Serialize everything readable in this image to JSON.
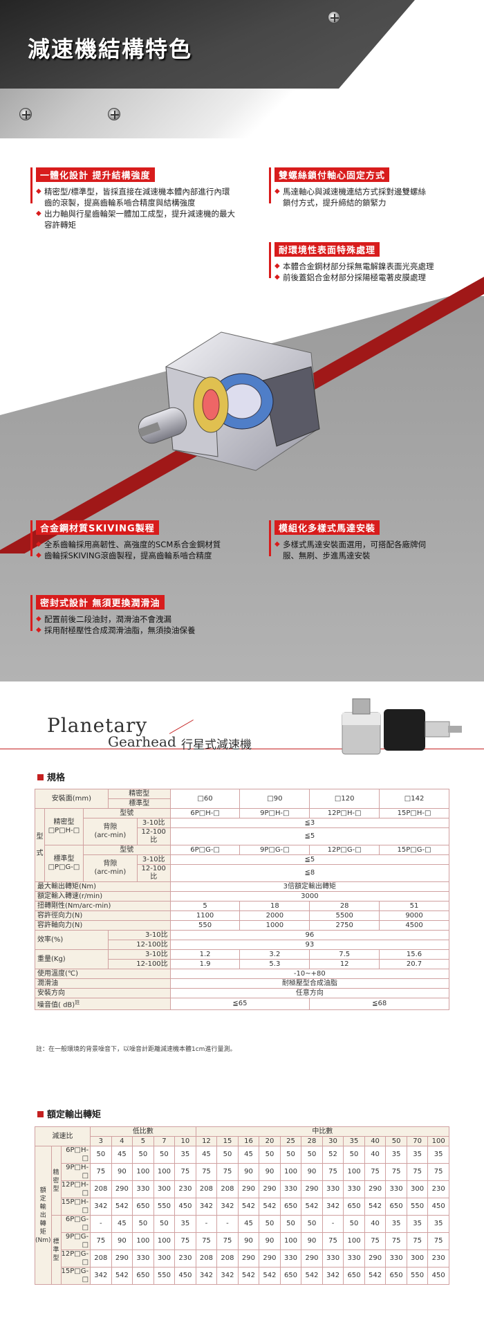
{
  "header": {
    "title": "減速機結構特色"
  },
  "features": [
    {
      "title": "一體化設計 提升結構強度",
      "items": [
        "精密型/標準型，皆採直接在減速機本體內部進行內環齒的滾製，提高齒輪系嚙合精度與結構強度",
        "出力軸與行星齒輪架一體加工成型，提升減速機的最大容許轉矩"
      ]
    },
    {
      "title": "雙螺絲鎖付軸心固定方式",
      "items": [
        "馬達軸心與減速機連結方式採對邊雙螺絲鎖付方式，提升締結的鎖緊力"
      ]
    },
    {
      "title": "耐環境性表面特殊處理",
      "items": [
        "本體合金鋼材部分採無電解鎳表面光亮處理",
        "前後蓋鋁合金材部分採陽極電著皮膜處理"
      ]
    },
    {
      "title": "合金鋼材質SKIVING製程",
      "items": [
        "全系齒輪採用高韌性、高強度的SCM系合金鋼材質",
        "齒輪採SKIVING滾齒製程，提高齒輪系嚙合精度"
      ]
    },
    {
      "title": "模組化多樣式馬達安裝",
      "items": [
        "多樣式馬達安裝面選用，可搭配各廠牌伺服、無刷、步進馬達安裝"
      ]
    },
    {
      "title": "密封式設計 無須更換潤滑油",
      "items": [
        "配置前後二段油封，潤滑油不會洩漏",
        "採用耐極壓性合成潤滑油脂，無須換油保養"
      ]
    }
  ],
  "planetary": {
    "title": "Planetary",
    "subtitle": "Gearhead",
    "title_cn": "行星式減速機"
  },
  "spec": {
    "section_title": "規格",
    "mount_label": "安裝面(mm)",
    "precision": "精密型",
    "standard": "標準型",
    "sizes": [
      "□60",
      "□90",
      "□120",
      "□142"
    ],
    "type_label": "型號",
    "form": "型\n\n式",
    "precision_model": "精密型\n□P□H-□",
    "standard_model": "標準型\n□P□G-□",
    "backlash": "背隙\n(arc-min)",
    "r1": "3-10比",
    "r2": "12-100比",
    "h_models": [
      "6P□H-□",
      "9P□H-□",
      "12P□H-□",
      "15P□H-□"
    ],
    "g_models": [
      "6P□G-□",
      "9P□G-□",
      "12P□G-□",
      "15P□G-□"
    ],
    "h_b1": "≦3",
    "h_b2": "≦5",
    "g_b1": "≦5",
    "g_b2": "≦8",
    "max_torque_label": "最大輸出轉矩(Nm)",
    "max_torque": "3倍額定輸出轉矩",
    "rated_speed_label": "額定輸入轉速(r/min)",
    "rated_speed": "3000",
    "stiff_label": "扭轉剛性(Nm/arc-min)",
    "stiff": [
      "5",
      "18",
      "28",
      "51"
    ],
    "radial_label": "容許徑向力(N)",
    "radial": [
      "1100",
      "2000",
      "5500",
      "9000"
    ],
    "axial_label": "容許軸向力(N)",
    "axial": [
      "550",
      "1000",
      "2750",
      "4500"
    ],
    "eff_label": "效率(%)",
    "eff1": "96",
    "eff2": "93",
    "weight_label": "重量(Kg)",
    "w1": [
      "1.2",
      "3.2",
      "7.5",
      "15.6"
    ],
    "w2": [
      "1.9",
      "5.3",
      "12",
      "20.7"
    ],
    "temp_label": "使用溫度(℃)",
    "temp": "-10~+80",
    "lube_label": "潤滑油",
    "lube": "耐極壓型合成油脂",
    "dir_label": "安裝方向",
    "dir": "任意方向",
    "noise_label": "噪音值( dB)",
    "noise_sup": "註",
    "noise1": "≦65",
    "noise2": "≦68",
    "note": "註：在一般環境的背景噪音下，以噪音計距離減速機本體1cm進行量測。"
  },
  "torque": {
    "section_title": "額定輸出轉矩",
    "ratio_label": "減速比",
    "low": "低比數",
    "mid": "中比數",
    "ratios": [
      "3",
      "4",
      "5",
      "7",
      "10",
      "12",
      "15",
      "16",
      "20",
      "25",
      "28",
      "30",
      "35",
      "40",
      "50",
      "70",
      "100"
    ],
    "side_label": "額\n定\n輸\n出\n轉\n矩\n(Nm)",
    "precision": "精\n密\n型",
    "standard": "標\n準\n型",
    "rows": [
      {
        "model": "6P□H-□",
        "v": [
          "50",
          "45",
          "50",
          "50",
          "35",
          "45",
          "50",
          "45",
          "50",
          "50",
          "50",
          "52",
          "50",
          "40",
          "35",
          "35",
          "35"
        ]
      },
      {
        "model": "9P□H-□",
        "v": [
          "75",
          "90",
          "100",
          "100",
          "75",
          "75",
          "75",
          "90",
          "90",
          "100",
          "90",
          "75",
          "100",
          "75",
          "75",
          "75",
          "75"
        ]
      },
      {
        "model": "12P□H-□",
        "v": [
          "208",
          "290",
          "330",
          "300",
          "230",
          "208",
          "208",
          "290",
          "290",
          "330",
          "290",
          "330",
          "330",
          "290",
          "330",
          "300",
          "230"
        ]
      },
      {
        "model": "15P□H-□",
        "v": [
          "342",
          "542",
          "650",
          "550",
          "450",
          "342",
          "342",
          "542",
          "542",
          "650",
          "542",
          "342",
          "650",
          "542",
          "650",
          "550",
          "450"
        ]
      },
      {
        "model": "6P□G-□",
        "v": [
          "-",
          "45",
          "50",
          "50",
          "35",
          "-",
          "-",
          "45",
          "50",
          "50",
          "50",
          "-",
          "50",
          "40",
          "35",
          "35",
          "35"
        ]
      },
      {
        "model": "9P□G-□",
        "v": [
          "75",
          "90",
          "100",
          "100",
          "75",
          "75",
          "75",
          "90",
          "90",
          "100",
          "90",
          "75",
          "100",
          "75",
          "75",
          "75",
          "75"
        ]
      },
      {
        "model": "12P□G-□",
        "v": [
          "208",
          "290",
          "330",
          "300",
          "230",
          "208",
          "208",
          "290",
          "290",
          "330",
          "290",
          "330",
          "330",
          "290",
          "330",
          "300",
          "230"
        ]
      },
      {
        "model": "15P□G-□",
        "v": [
          "342",
          "542",
          "650",
          "550",
          "450",
          "342",
          "342",
          "542",
          "542",
          "650",
          "542",
          "342",
          "650",
          "542",
          "650",
          "550",
          "450"
        ]
      }
    ]
  },
  "colors": {
    "accent": "#d81c1c",
    "table_border": "#d0a0a0",
    "table_head": "#f6f0e4"
  }
}
